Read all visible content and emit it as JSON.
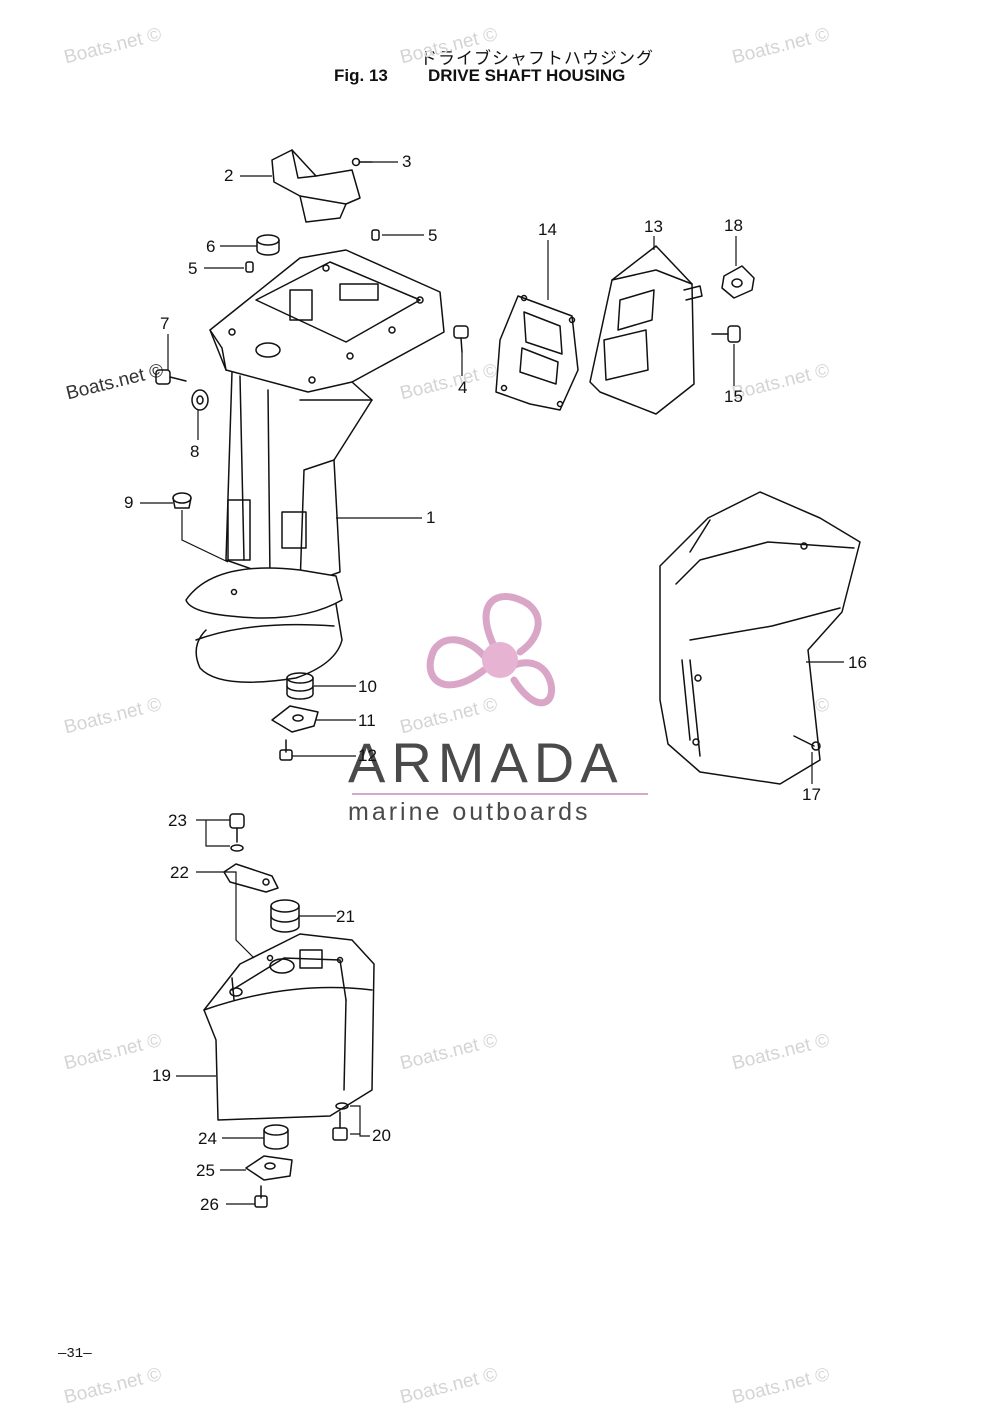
{
  "header": {
    "title_jp": "ドライブシャフトハウジング",
    "fig_label": "Fig. 13",
    "title": "DRIVE SHAFT HOUSING"
  },
  "page_number": "—31—",
  "watermark": "Boats.net ©",
  "brand": {
    "name": "ARMADA",
    "tagline": "marine outboards",
    "accent_color": "#d9a6c8",
    "text_color": "#4a4a4a"
  },
  "callouts": {
    "c1": "1",
    "c2": "2",
    "c3": "3",
    "c4": "4",
    "c5a": "5",
    "c5b": "5",
    "c6": "6",
    "c7": "7",
    "c8": "8",
    "c9": "9",
    "c10": "10",
    "c11": "11",
    "c12": "12",
    "c13": "13",
    "c14": "14",
    "c15": "15",
    "c16": "16",
    "c17": "17",
    "c18": "18",
    "c19": "19",
    "c20": "20",
    "c21": "21",
    "c22": "22",
    "c23": "23",
    "c24": "24",
    "c25": "25",
    "c26": "26"
  }
}
